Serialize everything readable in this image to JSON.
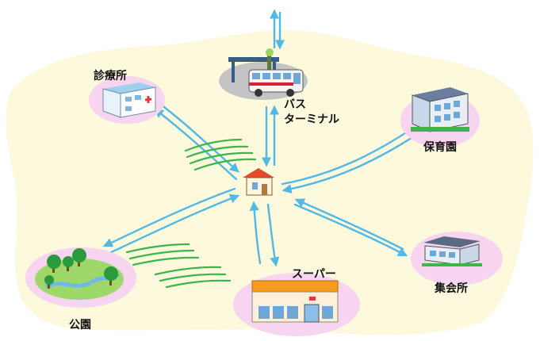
{
  "labels": {
    "clinic": "診療所",
    "bus_terminal_line1": "バス",
    "bus_terminal_line2": "ターミナル",
    "nursery": "保育園",
    "community_hall": "集会所",
    "supermarket": "スーパー",
    "park": "公園"
  },
  "colors": {
    "background_land": "#fcf9dc",
    "facility_circle": "#f7d4ef",
    "bus_circle": "#c4c4c4",
    "arrow": "#52b8e6",
    "field": "#3cb54a",
    "shop_roof": "#f39c1e",
    "house_roof": "#e24a2a"
  }
}
